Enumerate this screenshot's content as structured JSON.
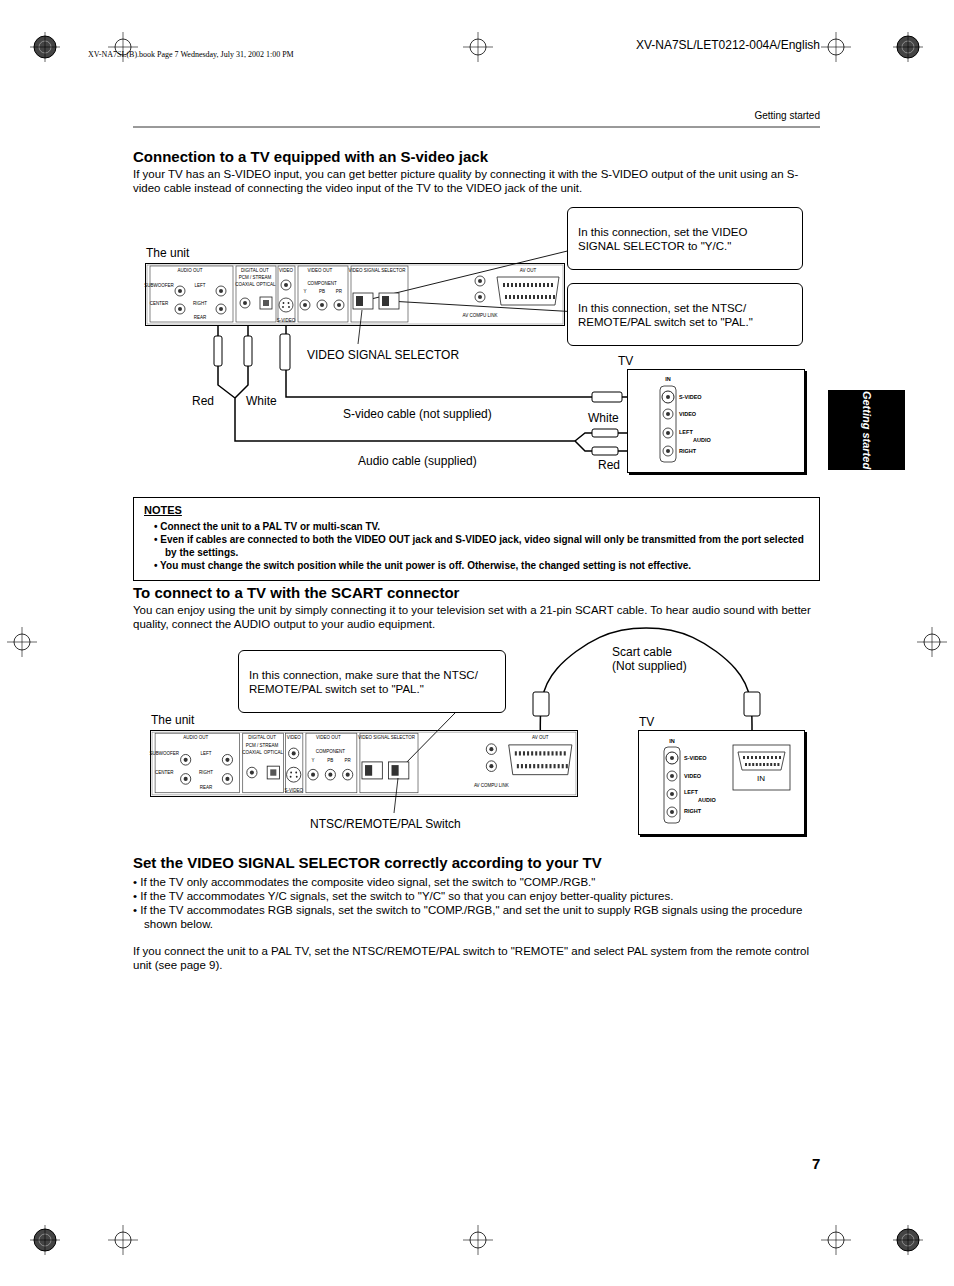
{
  "diagram": {
    "title": "Connection to a TV equipped with an S-video jack",
    "nodes": [
      {
        "text": [
          "In this connection, set the VIDEO SIGNAL SELECTOR to \"Y/C.\""
        ]
      },
      {
        "text": [
          "In this connection, set the NTSC/ REMOTE/PAL switch set to \"PAL.\""
        ]
      },
      {
        "text": [
          "The unit"
        ]
      },
      {
        "text": [
          "TV"
        ]
      },
      {
        "text": [
          "NOTES",
          "• Connect the unit to a PAL TV or multi-scan TV.",
          "• Even if cables are connected to both the VIDEO OUT jack and S-VIDEO jack, video signal will only be transmitted from the port selected by the settings.",
          "• You must change the switch position while the unit power is off. Otherwise, the changed setting is not effective."
        ]
      },
      {
        "text": [
          "In this connection, make sure that the NTSC/ REMOTE/PAL switch set to \"PAL.\""
        ]
      },
      {
        "text": [
          "The unit"
        ]
      },
      {
        "text": [
          "TV"
        ]
      },
      {
        "text": [
          "Getting started"
        ]
      }
    ],
    "edges": [
      {
        "from": 0,
        "to": 2,
        "arrow": "none"
      },
      {
        "from": 1,
        "to": 2,
        "arrow": "none"
      },
      {
        "from": 2,
        "to": 3,
        "arrow": "none"
      },
      {
        "from": 2,
        "to": 3,
        "arrow": "none"
      },
      {
        "from": 5,
        "to": 6,
        "arrow": "none"
      },
      {
        "from": 6,
        "to": 7,
        "arrow": "none"
      }
    ],
    "labels": [
      "XV-NA7SL(B).book  Page 7  Wednesday, July 31, 2002  1:00 PM",
      "XV-NA7SL/LET0212-004A/English",
      "Getting started",
      "If your TV has an S-VIDEO input, you can get better picture quality by connecting it with the S-VIDEO output of the unit using an S-video cable instead of connecting the video input of the TV to the VIDEO jack of the unit.",
      "AUDIO OUT",
      "SUBWOOFER",
      "LEFT",
      "CENTER",
      "RIGHT",
      "REAR",
      "DIGITAL OUT",
      "PCM / STREAM",
      "COAXIAL",
      "OPTICAL",
      "VIDEO",
      "S-VIDEO",
      "VIDEO OUT",
      "COMPONENT",
      "Y",
      "PB",
      "PR",
      "VIDEO SIGNAL SELECTOR",
      "AV COMPU LINK",
      "AV OUT",
      "VIDEO SIGNAL SELECTOR",
      "Red",
      "White",
      "S-video cable (not supplied)",
      "White",
      "Red",
      "Audio cable (supplied)",
      "IN",
      "S-VIDEO",
      "VIDEO",
      "LEFT",
      "AUDIO",
      "RIGHT",
      "To connect to a TV with the SCART connector",
      "You can enjoy using the unit by simply connecting it to your television set with a 21-pin SCART cable. To hear audio sound with better quality, connect the AUDIO output to your audio equipment.",
      "Scart cable (Not supplied)",
      "AUDIO OUT",
      "SUBWOOFER",
      "LEFT",
      "CENTER",
      "RIGHT",
      "REAR",
      "DIGITAL OUT",
      "PCM / STREAM",
      "COAXIAL",
      "OPTICAL",
      "VIDEO",
      "S-VIDEO",
      "VIDEO OUT",
      "COMPONENT",
      "Y",
      "PB",
      "PR",
      "VIDEO SIGNAL SELECTOR",
      "AV COMPU LINK",
      "AV OUT",
      "IN",
      "S-VIDEO",
      "VIDEO",
      "LEFT",
      "AUDIO",
      "RIGHT",
      "IN",
      "NTSC/REMOTE/PAL Switch",
      "Set the VIDEO SIGNAL SELECTOR correctly according to your TV",
      "• If the TV only accommodates the composite video signal, set the switch to \"COMP./RGB.\"",
      "• If the TV accommodates Y/C signals, set the switch to \"Y/C\" so that you can enjoy better-quality pictures.",
      "• If the TV accommodates RGB signals, set the switch to \"COMP./RGB,\" and set the unit to supply RGB signals using the procedure shown below.",
      "If you connect the unit to a PAL TV, set the NTSC/REMOTE/PAL switch to \"REMOTE\" and select PAL system from the remote control unit (see page 9).",
      "7"
    ]
  }
}
